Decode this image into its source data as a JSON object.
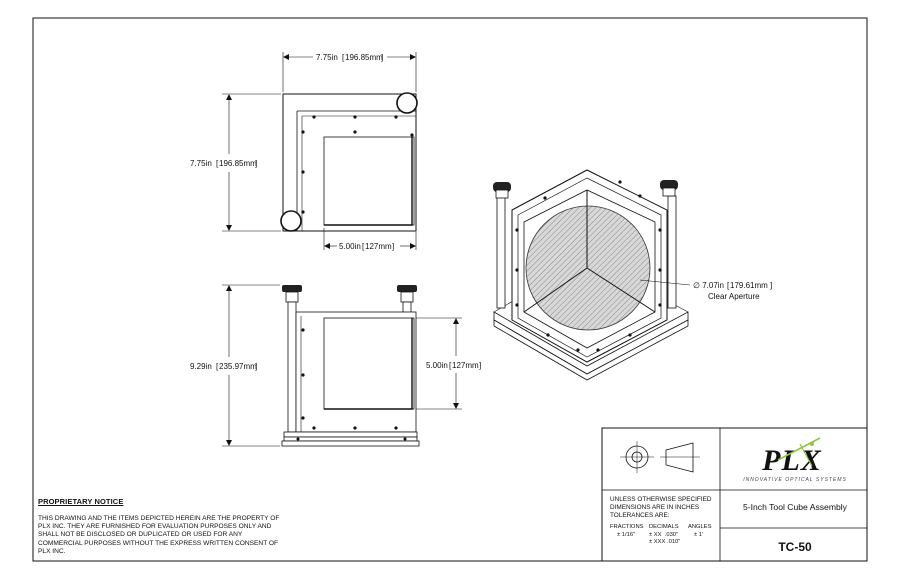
{
  "drawing": {
    "top_view": {
      "width_dim": "7.75in",
      "width_dim_mm": "196.85mm",
      "height_dim": "7.75in",
      "height_dim_mm": "196.85mm",
      "inner_dim": "5.00in",
      "inner_dim_mm": "127mm"
    },
    "front_view": {
      "height_dim": "9.29in",
      "height_dim_mm": "235.97mm",
      "cube_dim": "5.00in",
      "cube_dim_mm": "127mm"
    },
    "iso_view": {
      "aperture_dim": "∅ 7.07in",
      "aperture_dim_mm": "179.61mm",
      "aperture_label": "Clear Aperture"
    }
  },
  "notice": {
    "title": "PROPRIETARY NOTICE",
    "body": "THIS DRAWING AND THE ITEMS DEPICTED HEREIN ARE THE PROPERTY OF PLX INC. THEY ARE FURNISHED FOR EVALUATION PURPOSES ONLY AND SHALL NOT BE DISCLOSED OR DUPLICATED OR USED FOR ANY COMMERCIAL PURPOSES WITHOUT THE EXPRESS WRITTEN CONSENT OF PLX INC."
  },
  "title_block": {
    "tolerance_header_1": "UNLESS OTHERWISE SPECIFIED",
    "tolerance_header_2": "DIMENSIONS ARE IN INCHES",
    "tolerance_header_3": "TOLERANCES ARE:",
    "fractions_label": "FRACTIONS",
    "fractions_value": "± 1/16\"",
    "decimals_label": "DECIMALS",
    "decimals_value_1": "± XX  .030\"",
    "decimals_value_2": "± XXX .010\"",
    "angles_label": "ANGLES",
    "angles_value": "± 1'",
    "logo_text": "PLX",
    "tagline": "INNOVATIVE OPTICAL SYSTEMS",
    "title": "5-Inch Tool Cube Assembly",
    "part_number": "TC-50"
  },
  "colors": {
    "line": "#111111",
    "logo_green": "#8dc63f",
    "aperture_fill": "#cfcfcf"
  }
}
